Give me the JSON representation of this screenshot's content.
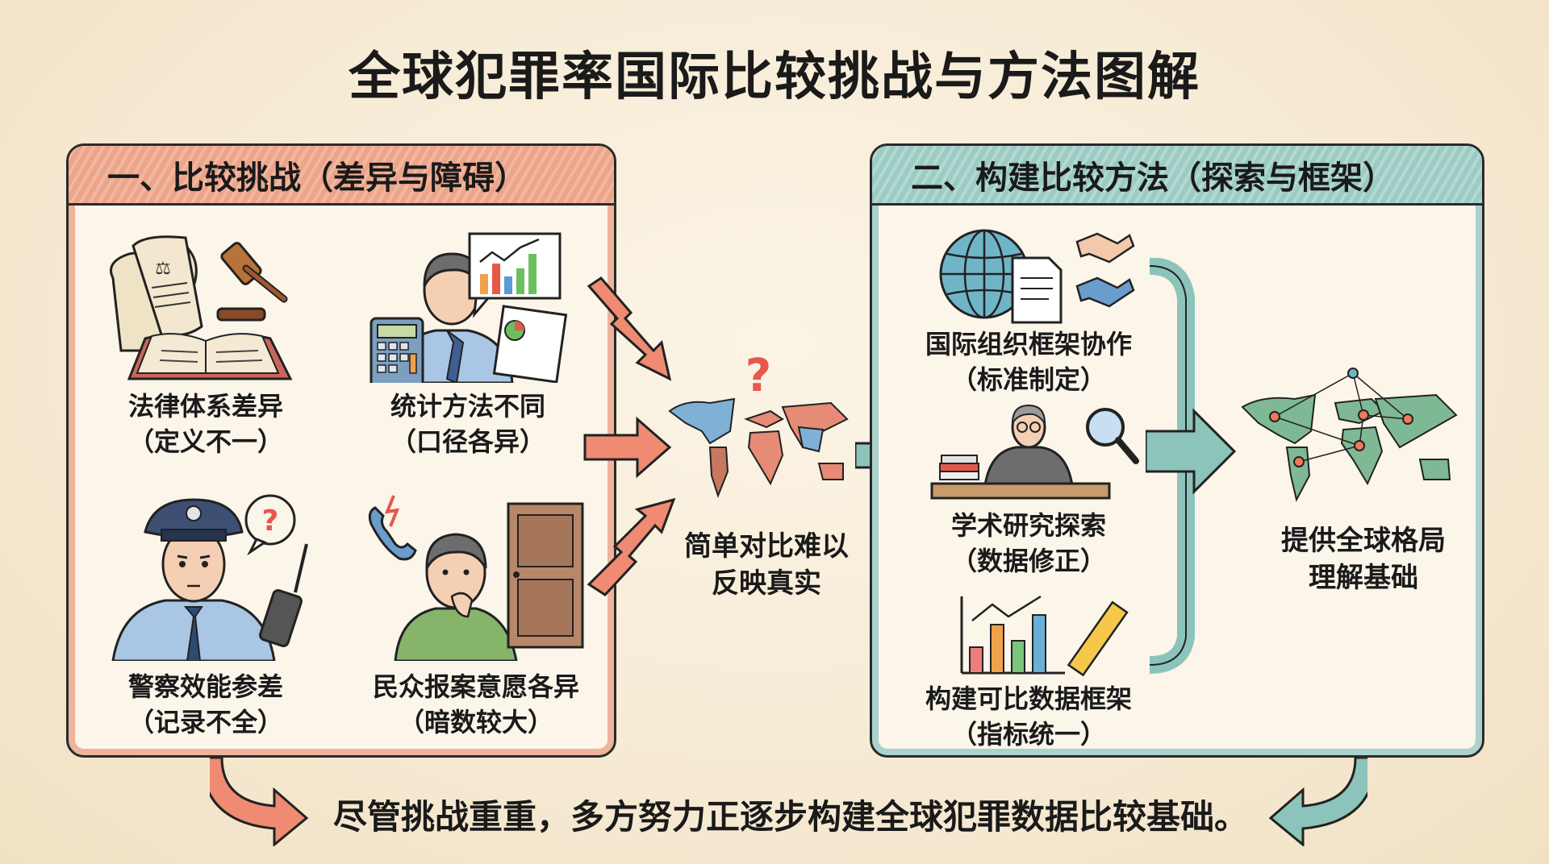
{
  "title": "全球犯罪率国际比较挑战与方法图解",
  "left_panel": {
    "heading": "一、比较挑战（差异与障碍）",
    "accent": "#e8907a",
    "items": [
      {
        "line1": "法律体系差异",
        "line2": "（定义不一）",
        "icon": "law-book-gavel-icon"
      },
      {
        "line1": "统计方法不同",
        "line2": "（口径各异）",
        "icon": "statistician-chart-icon"
      },
      {
        "line1": "警察效能参差",
        "line2": "（记录不全）",
        "icon": "police-officer-radio-icon"
      },
      {
        "line1": "民众报案意愿各异",
        "line2": "（暗数较大）",
        "icon": "hesitant-citizen-door-icon"
      }
    ]
  },
  "center": {
    "text_line1": "简单对比难以",
    "text_line2": "反映真实",
    "icon": "confused-world-map-icon",
    "question_mark": "?"
  },
  "right_panel": {
    "heading": "二、构建比较方法（探索与框架）",
    "accent": "#7fbab2",
    "items": [
      {
        "line1": "国际组织框架协作",
        "line2": "（标准制定）",
        "icon": "globe-document-handshake-icon"
      },
      {
        "line1": "学术研究探索",
        "line2": "（数据修正）",
        "icon": "researcher-magnifier-icon"
      },
      {
        "line1": "构建可比数据框架",
        "line2": "（指标统一）",
        "icon": "bar-chart-ruler-icon"
      }
    ],
    "result_line1": "提供全球格局",
    "result_line2": "理解基础",
    "result_icon": "connected-world-map-icon"
  },
  "footer": "尽管挑战重重，多方努力正逐步构建全球犯罪数据比较基础。",
  "colors": {
    "background": "#f7ecd6",
    "red_accent": "#e8907a",
    "teal_accent": "#7fbab2",
    "ink": "#1a1a1a"
  }
}
